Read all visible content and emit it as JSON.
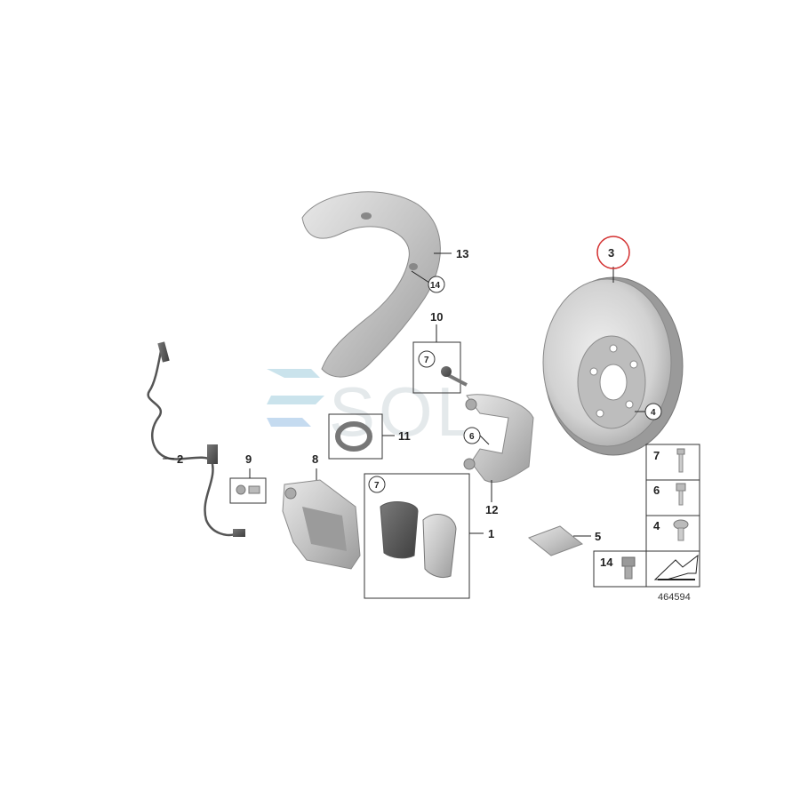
{
  "callouts": {
    "c1": "1",
    "c2": "2",
    "c3": "3",
    "c4": "4",
    "c5": "5",
    "c6": "6",
    "c7": "7",
    "c8": "8",
    "c9": "9",
    "c10": "10",
    "c11": "11",
    "c12": "12",
    "c13": "13",
    "c14": "14"
  },
  "legend": {
    "r1": "7",
    "r2": "6",
    "r3": "4",
    "r4": "14"
  },
  "reference_number": "464594",
  "watermark": "SOL",
  "colors": {
    "highlight_ring": "#d32f2f",
    "part_gray": "#c9c9c9",
    "watermark": "#cfd8dc"
  }
}
